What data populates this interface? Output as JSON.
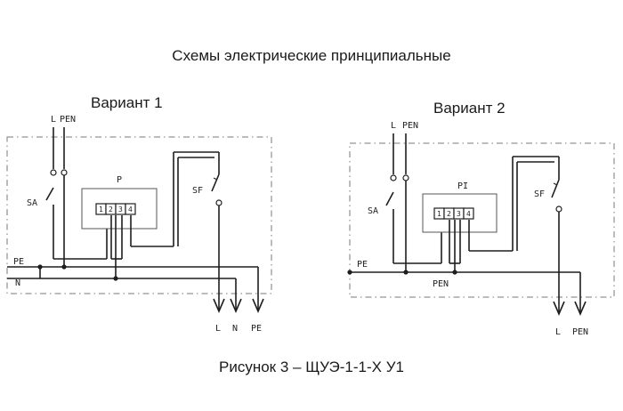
{
  "title": "Схемы электрические принципиальные",
  "caption": "Рисунок 3 – ЩУЭ-1-1-Х У1",
  "variant1": {
    "title": "Вариант 1",
    "inputs": [
      "L",
      "PEN"
    ],
    "switch_label": "SA",
    "meter_label": "P",
    "terminals": [
      "1",
      "2",
      "3",
      "4"
    ],
    "breaker_label": "SF",
    "bus_labels": [
      "PE",
      "N"
    ],
    "outputs": [
      "L",
      "N",
      "PE"
    ]
  },
  "variant2": {
    "title": "Вариант 2",
    "inputs": [
      "L",
      "PEN"
    ],
    "switch_label": "SA",
    "meter_label": "PI",
    "terminals": [
      "1",
      "2",
      "3",
      "4"
    ],
    "breaker_label": "SF",
    "bus_labels": [
      "PE",
      "PEN"
    ],
    "outputs": [
      "L",
      "PEN"
    ]
  }
}
